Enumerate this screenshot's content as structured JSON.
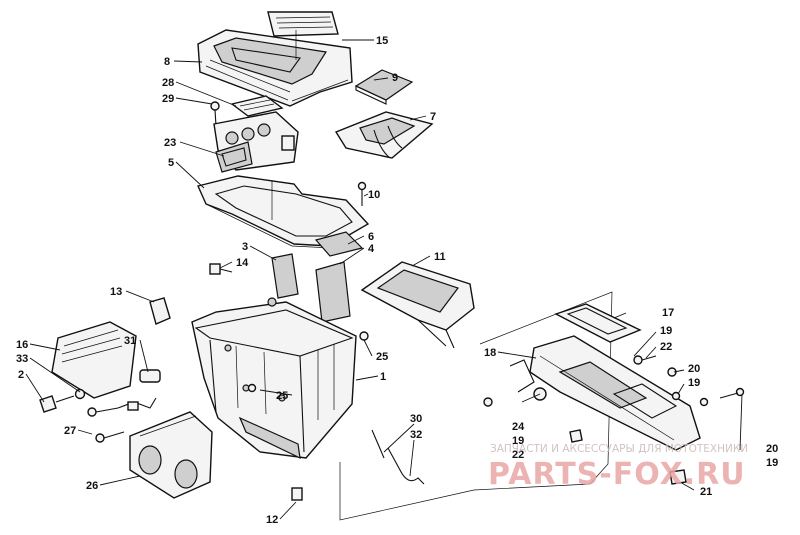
{
  "diagram": {
    "callouts": [
      "1",
      "2",
      "3",
      "4",
      "5",
      "6",
      "7",
      "8",
      "9",
      "10",
      "11",
      "12",
      "13",
      "14",
      "15",
      "16",
      "17",
      "18",
      "19",
      "19",
      "19",
      "19",
      "20",
      "20",
      "21",
      "22",
      "22",
      "23",
      "24",
      "25",
      "25",
      "26",
      "27",
      "28",
      "29",
      "30",
      "31",
      "32",
      "33"
    ]
  },
  "watermark": {
    "text": "ЗАПЧАСТИ И АКСЕССУАРЫ ДЛЯ МОТОТЕХНИКИ",
    "logo": "PARTS-FOX.RU"
  }
}
